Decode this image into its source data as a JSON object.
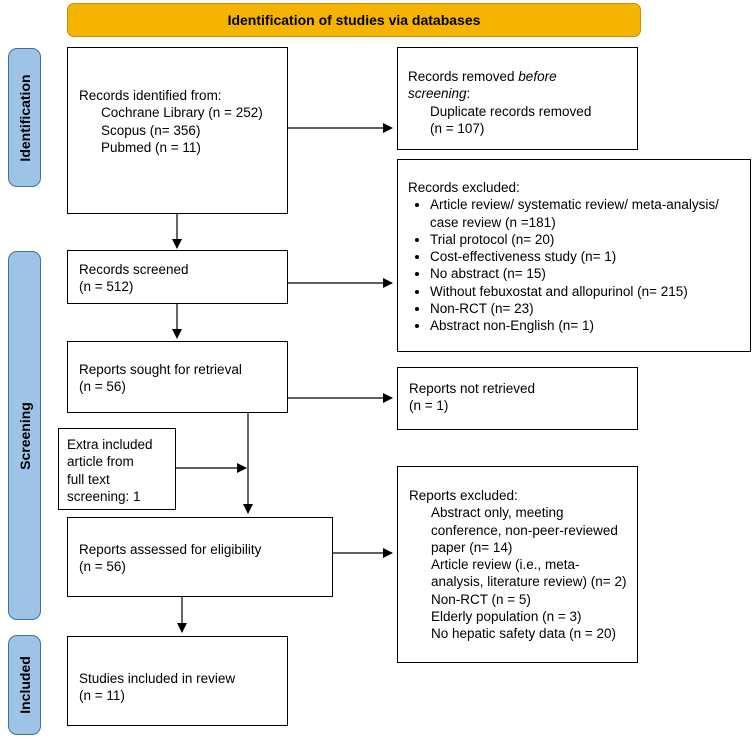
{
  "header": "Identification of studies via databases",
  "phases": {
    "identification": "Identification",
    "screening": "Screening",
    "included": "Included"
  },
  "identified": {
    "title": "Records identified from:",
    "items": [
      "Cochrane Library (n = 252)",
      "Scopus (n= 356)",
      "Pubmed (n = 11)"
    ]
  },
  "removed": {
    "line1": "Records removed ",
    "line1_em": "before",
    "line2_em": "screening",
    "line2_rest": ":",
    "item1": "Duplicate records removed",
    "item2": "(n = 107)"
  },
  "screened": {
    "line1": "Records screened",
    "line2": "(n = 512)"
  },
  "excluded": {
    "title": "Records excluded:",
    "items": [
      "Article review/ systematic review/ meta-analysis/ case review (n =181)",
      "Trial protocol (n= 20)",
      "Cost-effectiveness study (n= 1)",
      "No abstract (n= 15)",
      "Without febuxostat and allopurinol (n= 215)",
      "Non-RCT (n= 23)",
      "Abstract non-English (n= 1)"
    ]
  },
  "sought": {
    "line1": "Reports sought for retrieval",
    "line2": "(n = 56)"
  },
  "not_retrieved": {
    "line1": "Reports not retrieved",
    "line2": "(n = 1)"
  },
  "extra": {
    "line1": "Extra included",
    "line2": "article from",
    "line3": "full text",
    "line4": "screening: 1"
  },
  "assessed": {
    "line1": "Reports assessed for eligibility",
    "line2": "(n = 56)"
  },
  "reports_excluded": {
    "title": "Reports excluded:",
    "items": [
      "Abstract only, meeting conference, non-peer-reviewed paper (n= 14)",
      "Article review (i.e., meta-analysis, literature review) (n= 2)",
      "Non-RCT (n = 5)",
      "Elderly population (n = 3)",
      "No hepatic safety data (n = 20)"
    ]
  },
  "included": {
    "line1": "Studies included in review",
    "line2": "(n = 11)"
  }
}
